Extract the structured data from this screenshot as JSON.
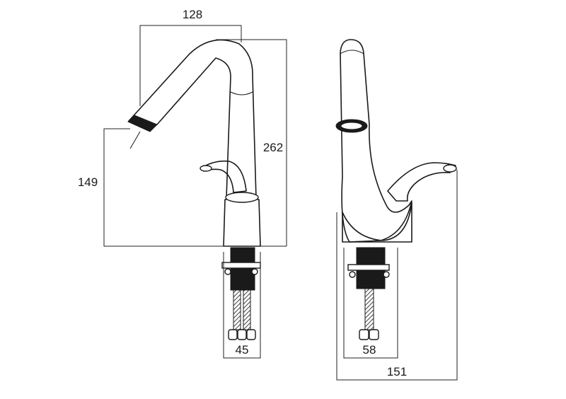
{
  "dimensions": {
    "spout_reach": "128",
    "spout_height": "149",
    "total_height": "262",
    "side_width": "151",
    "front_body_diameter": "45",
    "side_body_diameter": "58"
  }
}
